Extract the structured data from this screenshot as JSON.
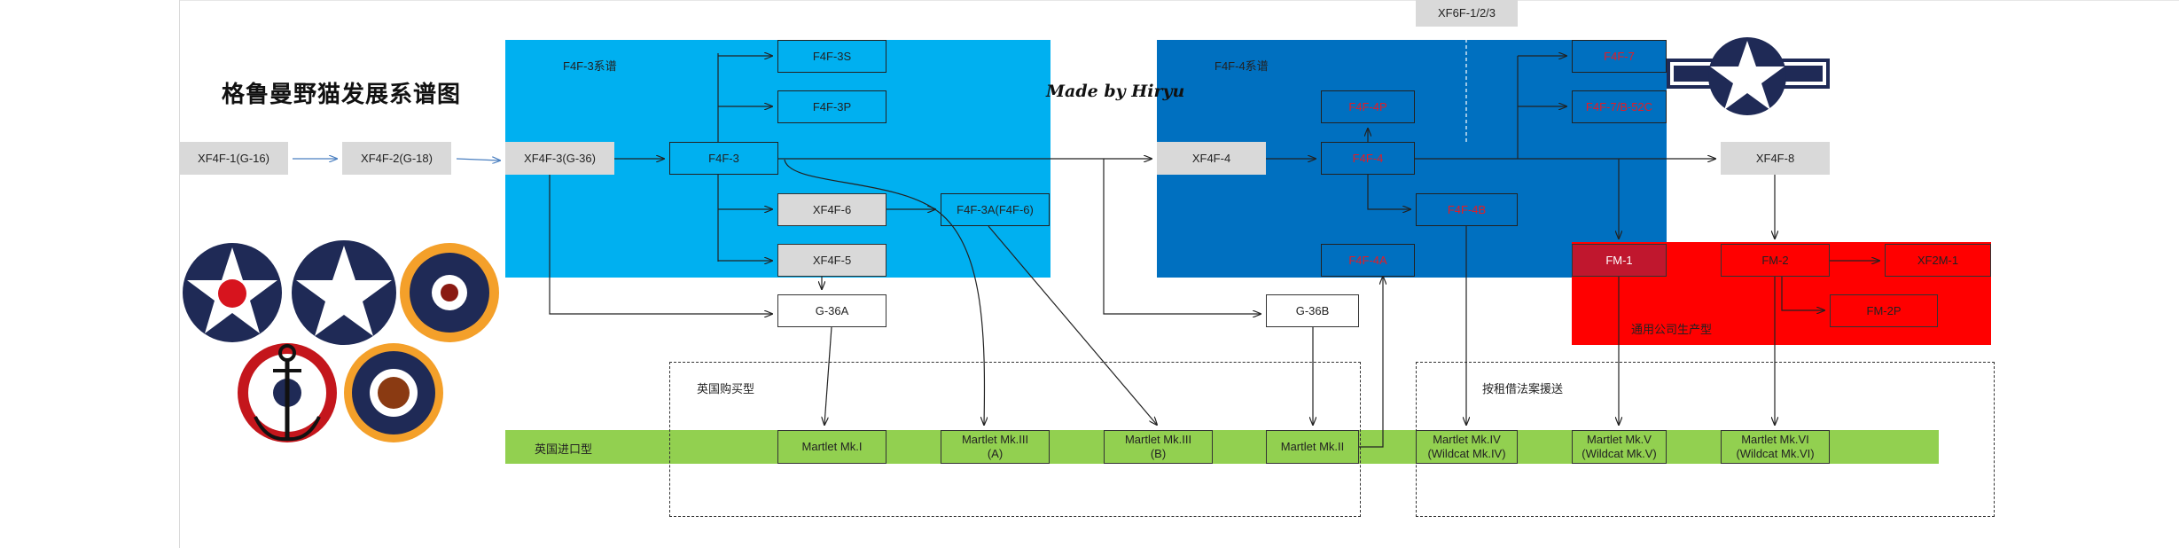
{
  "title": "格鲁曼野猫发展系谱图",
  "signature": "Made by Hiryu",
  "nodes": {
    "xf4f1": "XF4F-1(G-16)",
    "xf4f2": "XF4F-2(G-18)",
    "xf4f3": "XF4F-3(G-36)",
    "f4f3": "F4F-3",
    "f4f3s": "F4F-3S",
    "f4f3p": "F4F-3P",
    "xf4f6": "XF4F-6",
    "f4f3a": "F4F-3A(F4F-6)",
    "xf4f5": "XF4F-5",
    "g36a": "G-36A",
    "xf4f4": "XF4F-4",
    "g36b": "G-36B",
    "xf6f": "XF6F-1/2/3",
    "f4f4": "F4F-4",
    "f4f4p": "F4F-4P",
    "f4f4b": "F4F-4B",
    "f4f4a": "F4F-4A",
    "f4f7": "F4F-7",
    "f4f7b": "F4F-7/B-52C",
    "xf4f8": "XF4F-8",
    "fm1": "FM-1",
    "fm2": "FM-2",
    "xf2m1": "XF2M-1",
    "fm2p": "FM-2P"
  },
  "groups": {
    "f4f3_series": "F4F-3系谱",
    "f4f4_series": "F4F-4系谱",
    "gm_production": "通用公司生产型",
    "british_purchase": "英国购买型",
    "lend_lease": "按租借法案援送",
    "british_import": "英国进口型"
  },
  "martlets": {
    "mk1": [
      "Martlet Mk.I"
    ],
    "mk3a": [
      "Martlet Mk.III",
      "(A)"
    ],
    "mk3b": [
      "Martlet Mk.III",
      "(B)"
    ],
    "mk2": [
      "Martlet Mk.II"
    ],
    "mk4": [
      "Martlet Mk.IV",
      "(Wildcat Mk.IV)"
    ],
    "mk5": [
      "Martlet Mk.V",
      "(Wildcat Mk.V)"
    ],
    "mk6": [
      "Martlet Mk.VI",
      "(Wildcat Mk.VI)"
    ]
  },
  "colors": {
    "light_blue": "#00b0f0",
    "dark_blue": "#0070c0",
    "red": "#ff0000",
    "dark_red": "#c0172e",
    "green": "#92d050",
    "gray": "#d9d9d9",
    "roundel_navy": "#1f2a56",
    "roundel_orange": "#f4a02a",
    "roundel_red": "#c4161c"
  },
  "icons": [
    "us-star-red-center-roundel-icon",
    "us-star-roundel-icon",
    "raf-roundel-icon",
    "anchor-roundel-icon",
    "raf-roundel-brown-icon",
    "us-star-bar-insignia-icon"
  ]
}
